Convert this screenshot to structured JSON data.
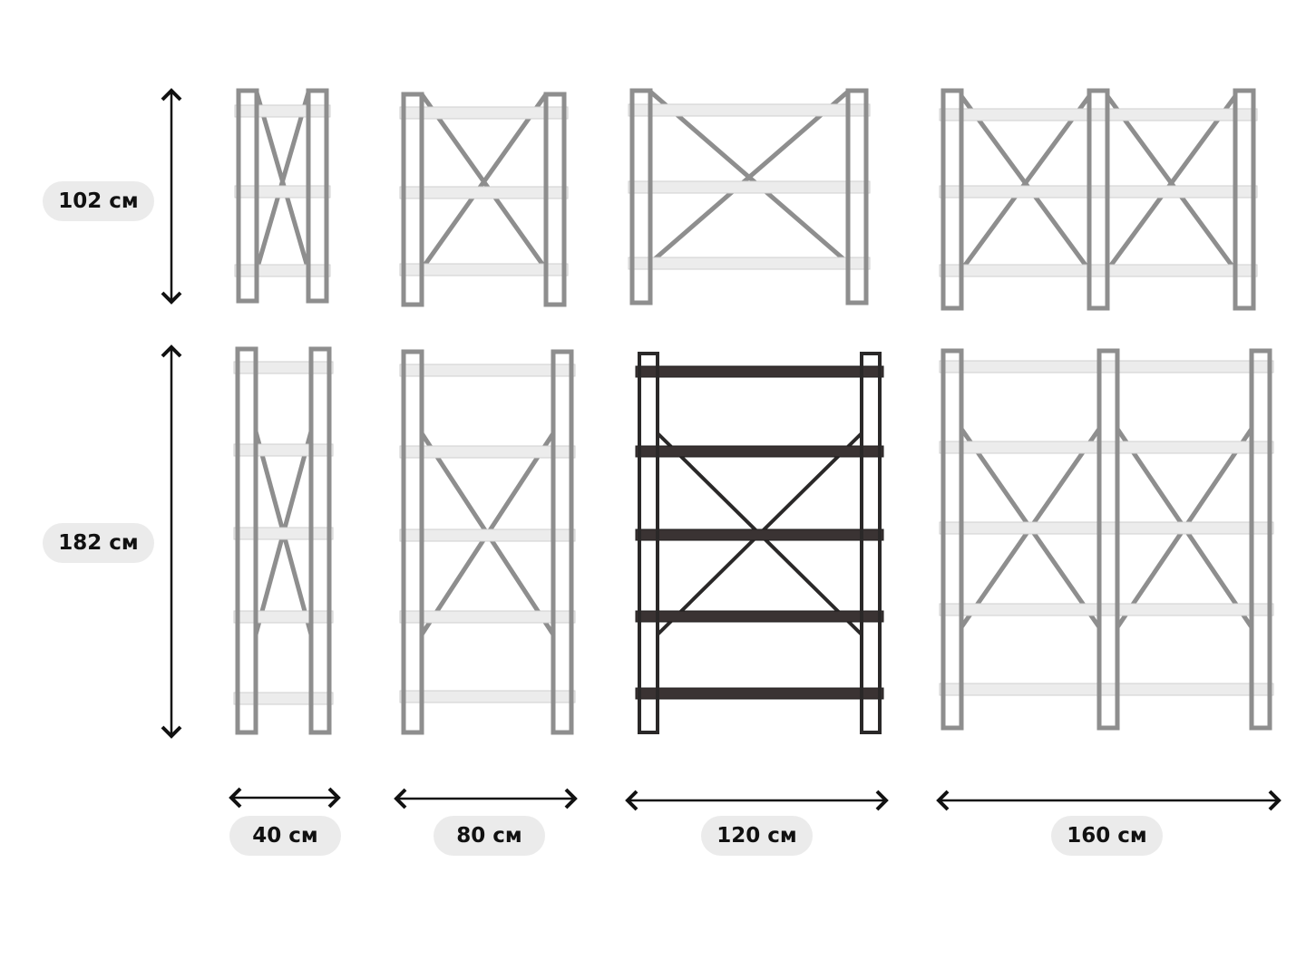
{
  "labels": {
    "height_short": "102 см",
    "height_tall": "182 см",
    "width_40": "40 см",
    "width_80": "80 см",
    "width_120": "120 см",
    "width_160": "160 см"
  },
  "colors": {
    "frame_grey": "#8e8e8e",
    "shelf_light": "#ececec",
    "frame_dark": "#2a2828",
    "shelf_dark": "#3a3333",
    "arrow": "#111111",
    "pill": "#ebebeb"
  }
}
